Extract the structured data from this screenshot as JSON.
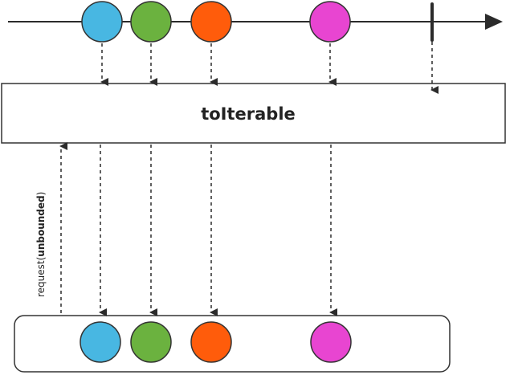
{
  "operator": {
    "title": "toIterable"
  },
  "request": {
    "prefix": "request(",
    "arg": "unbounded",
    "suffix": ")"
  },
  "colors": {
    "line": "#2b2b2b",
    "item_blue": "#48b7e2",
    "item_green": "#6bb23f",
    "item_orange": "#ff5c0b",
    "item_magenta": "#e845d1",
    "box_border": "#333333",
    "box_fill": "#ffffff"
  },
  "source_items": [
    {
      "name": "blue",
      "color_key": "item_blue"
    },
    {
      "name": "green",
      "color_key": "item_green"
    },
    {
      "name": "orange",
      "color_key": "item_orange"
    },
    {
      "name": "magenta",
      "color_key": "item_magenta"
    }
  ],
  "output_items": [
    {
      "name": "blue",
      "color_key": "item_blue"
    },
    {
      "name": "green",
      "color_key": "item_green"
    },
    {
      "name": "orange",
      "color_key": "item_orange"
    },
    {
      "name": "magenta",
      "color_key": "item_magenta"
    }
  ],
  "completion_marker": {
    "present": true
  }
}
